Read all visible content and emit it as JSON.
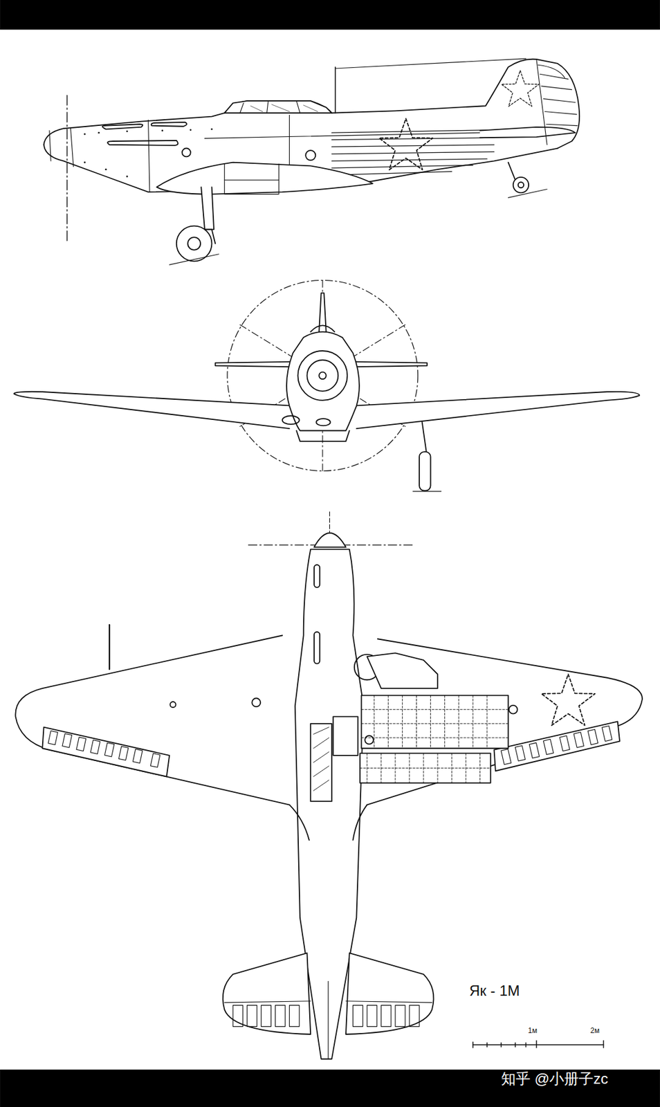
{
  "diagram": {
    "labels": [
      "Як - 1М",
      "1м",
      "2м",
      "知乎 @小册子zc"
    ]
  }
}
